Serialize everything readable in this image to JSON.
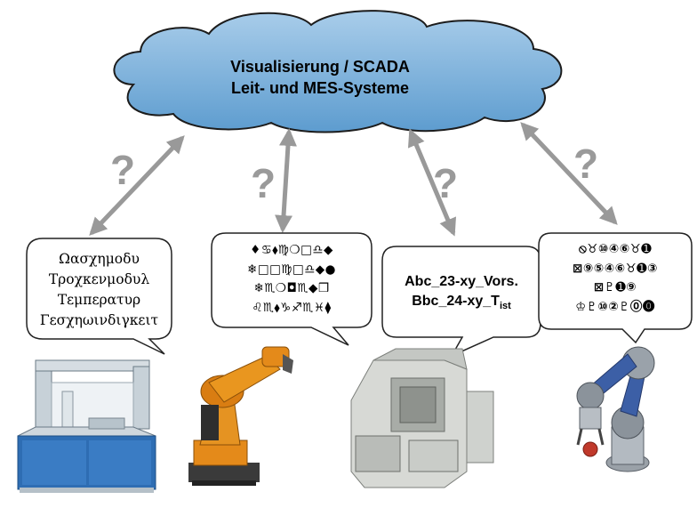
{
  "cloud": {
    "line1": "Visualisierung / SCADA",
    "line2": "Leit- und MES-Systeme",
    "fill": "#7ab2dc"
  },
  "question_mark": "?",
  "bubbles": [
    {
      "lines": [
        "Ωασχημοδυ",
        "Τροχκενμοδυλ",
        "Τεμπερατυρ",
        "Γεσχηωινδιγκειτ"
      ]
    },
    {
      "lines": [
        "♦♋⬧♍❍□♎◆",
        "❄□□♍□♎◆●",
        "❄♏❍◘♏◆❒",
        "♌♏⬧♑♐♏♓⧫"
      ]
    },
    {
      "line1_main": "Abc_23-xy_Vors.",
      "line2_main": "Bbc_24-xy_T",
      "line2_sub": "ist"
    },
    {
      "lines": [
        "⦸♉⑩④⑥♉➊",
        "⊠⑨⑤④⑥♉➊③",
        "⊠♇➊⑨",
        "♔♇⑩②♇⓪⓿"
      ]
    }
  ],
  "devices": [
    {
      "icon": "lab-analyzer-icon"
    },
    {
      "icon": "industrial-robot-icon"
    },
    {
      "icon": "machine-tool-icon"
    },
    {
      "icon": "robot-arm-icon"
    }
  ],
  "colors": {
    "arrow": "#999999",
    "question": "#9a9a9a",
    "robot_orange": "#e48a1a"
  }
}
